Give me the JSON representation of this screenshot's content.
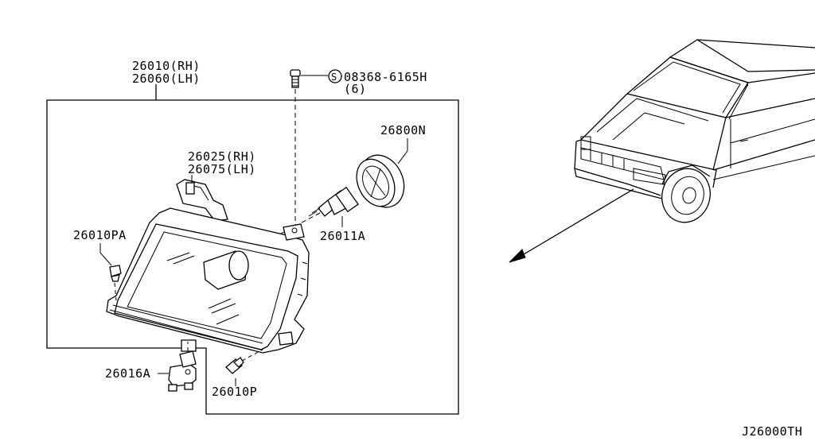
{
  "diagram": {
    "code": "J26000TH",
    "parts": {
      "headlamp_rh": "26010(RH)",
      "headlamp_lh": "26060(LH)",
      "screw_code": "08368-6165H",
      "screw_qty": "(6)",
      "screw_symbol": "S",
      "cap": "26800N",
      "housing_rh": "26025(RH)",
      "housing_lh": "26075(LH)",
      "bulb": "26011A",
      "clip_pa": "26010PA",
      "adjuster": "26016A",
      "clip_p": "26010P"
    }
  }
}
